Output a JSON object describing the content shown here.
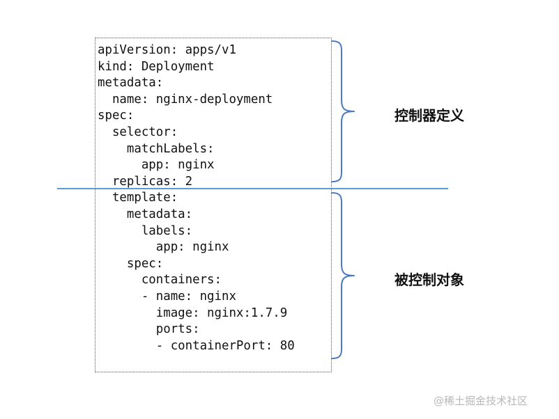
{
  "yaml_lines": [
    "apiVersion: apps/v1",
    "kind: Deployment",
    "metadata:",
    "  name: nginx-deployment",
    "spec:",
    "  selector:",
    "    matchLabels:",
    "      app: nginx",
    "  replicas: 2",
    "  template:",
    "    metadata:",
    "      labels:",
    "        app: nginx",
    "    spec:",
    "      containers:",
    "      - name: nginx",
    "        image: nginx:1.7.9",
    "        ports:",
    "        - containerPort: 80"
  ],
  "annotations": {
    "controller_definition": "控制器定义",
    "controlled_object": "被控制对象"
  },
  "watermark": "@稀土掘金技术社区",
  "colors": {
    "divider": "#5b9bd5",
    "brace": "#4a79c4"
  }
}
